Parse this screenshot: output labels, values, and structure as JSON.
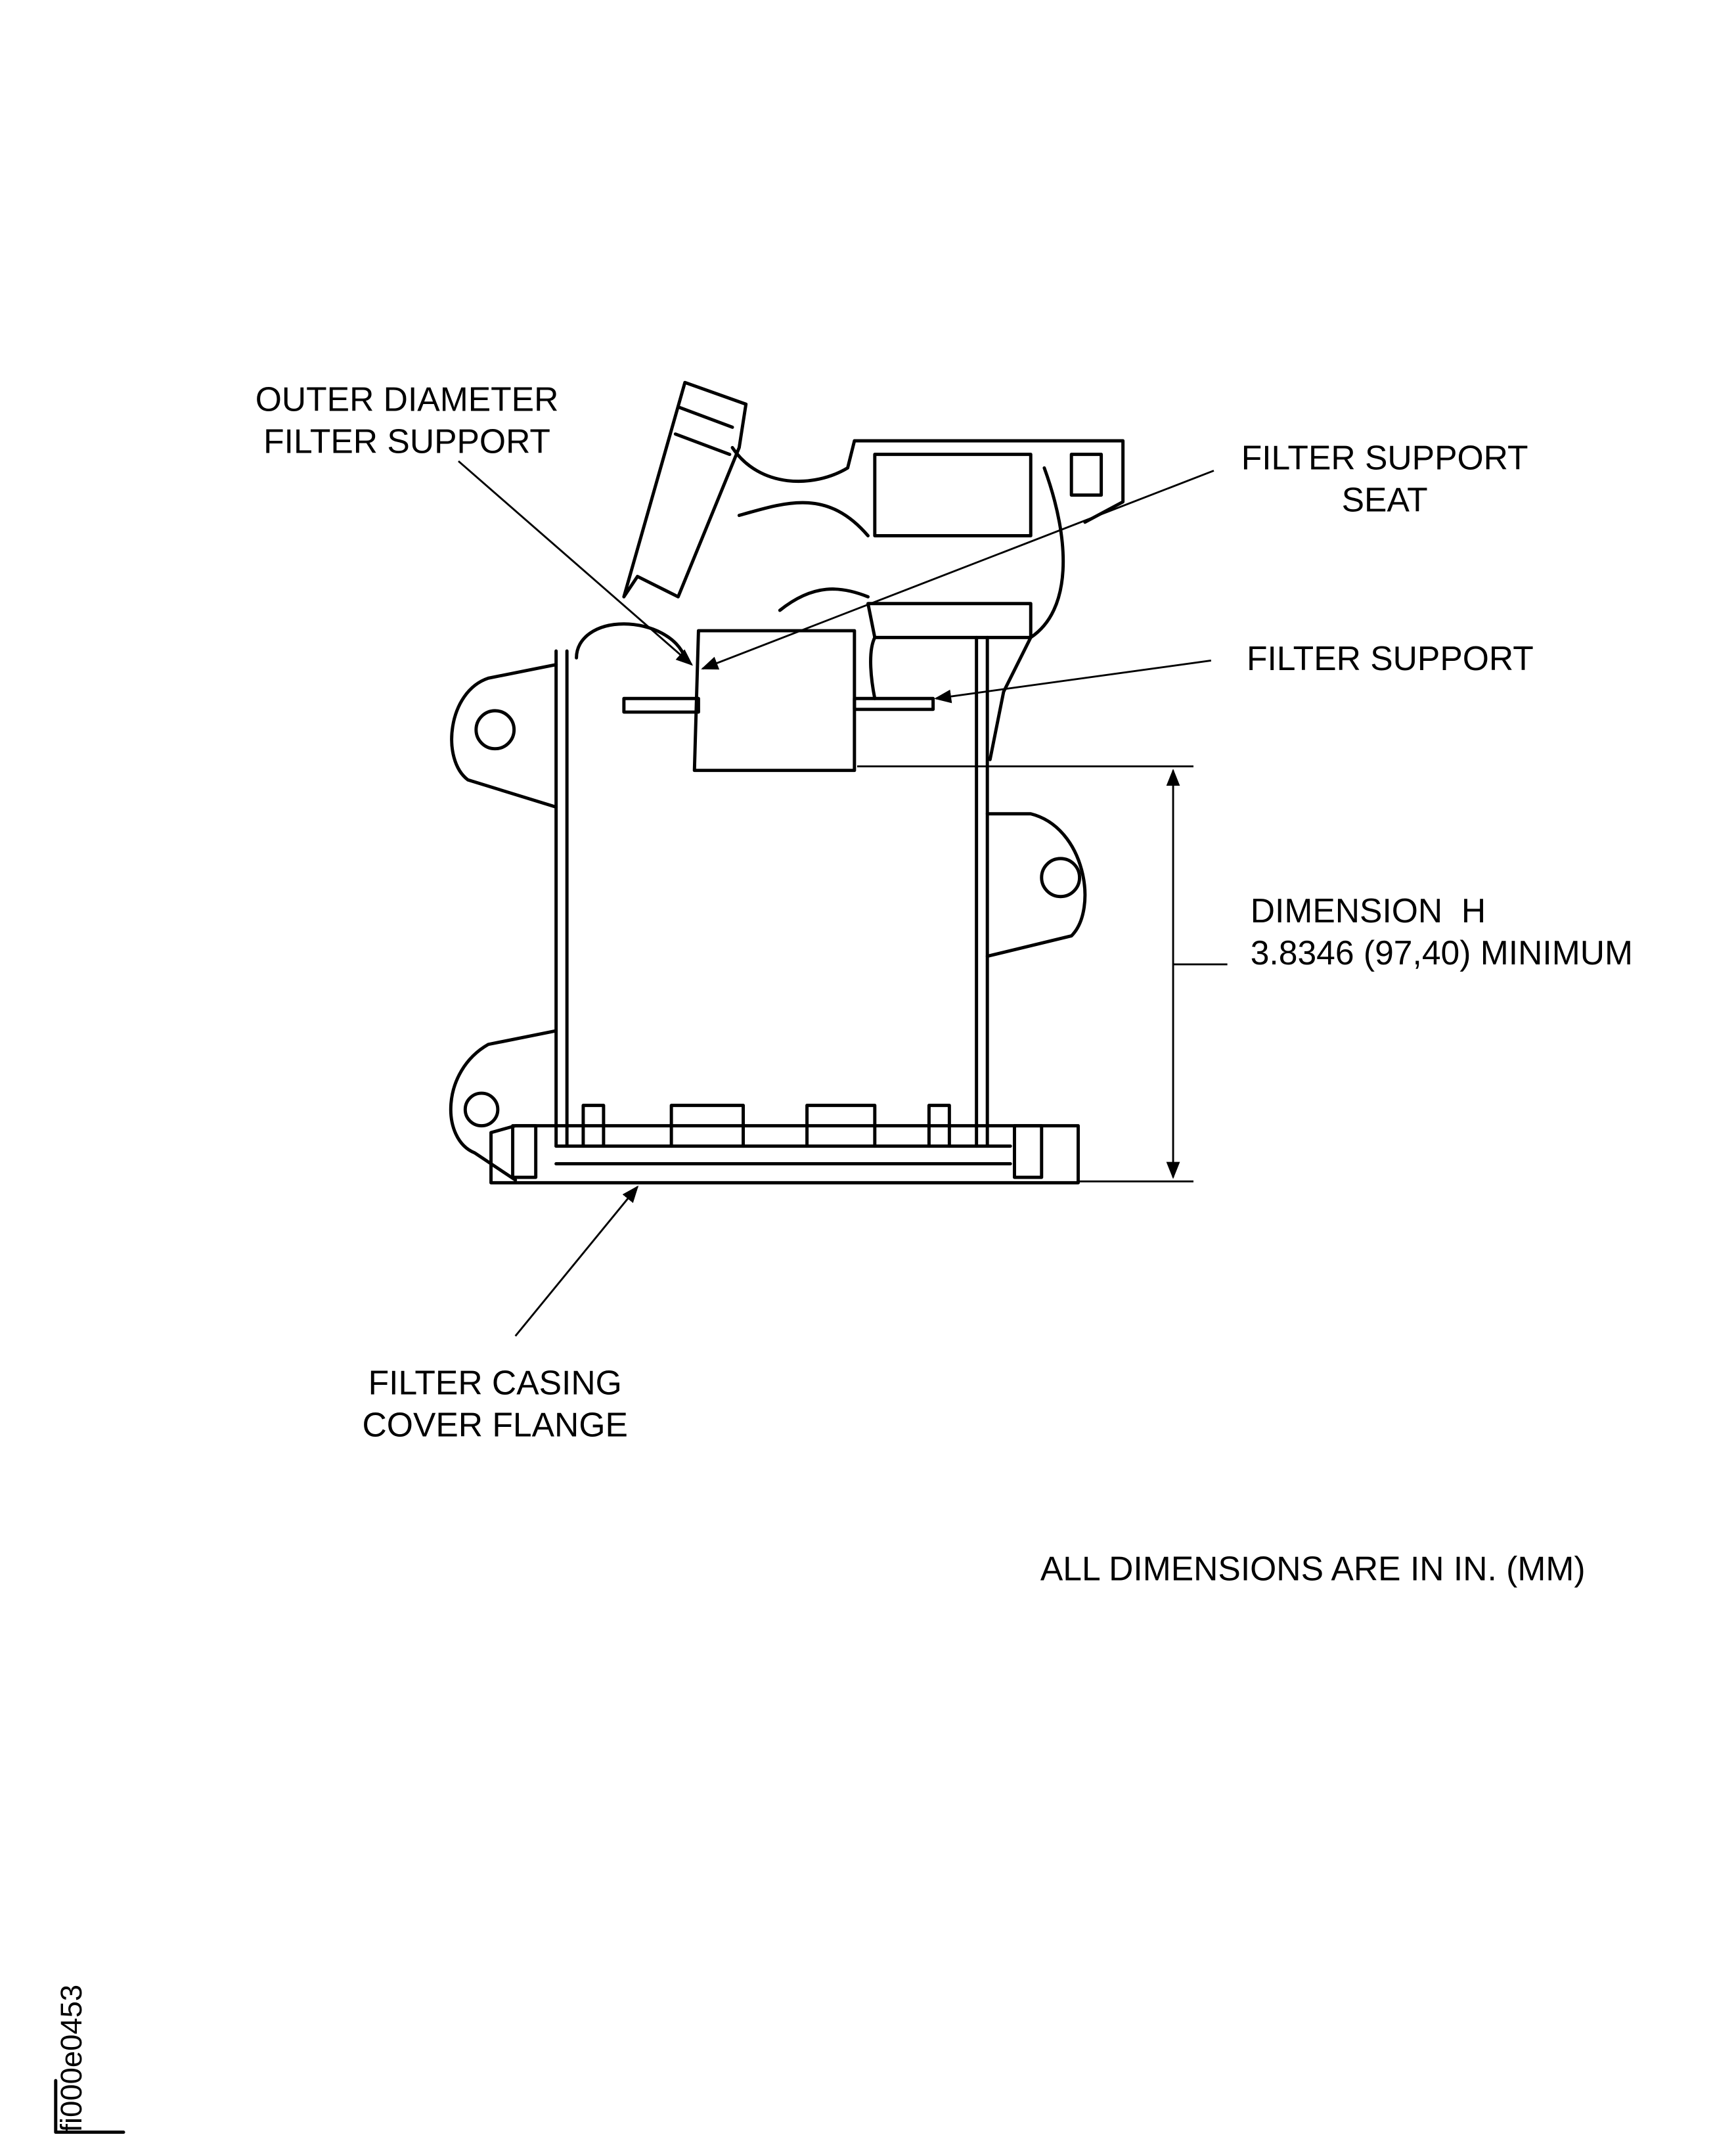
{
  "labels": {
    "outer_diameter": [
      "OUTER DIAMETER",
      "FILTER SUPPORT"
    ],
    "support_seat": [
      "FILTER SUPPORT",
      "SEAT"
    ],
    "filter_support": "FILTER SUPPORT",
    "dimension": [
      "DIMENSION  H",
      "3.8346 (97,40) MINIMUM"
    ],
    "flange": [
      "FILTER CASING",
      "COVER FLANGE"
    ],
    "units_note": "ALL DIMENSIONS ARE IN IN. (MM)",
    "figure_id": "fi000e0453"
  }
}
